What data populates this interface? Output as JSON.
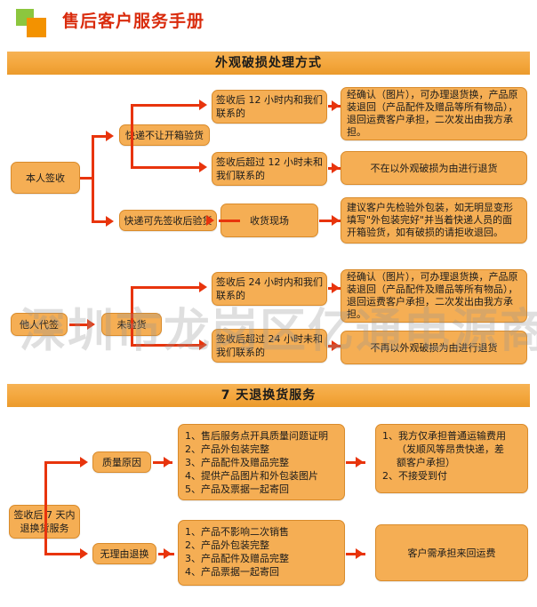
{
  "header": {
    "title": "售后客户服务手册",
    "logo_green": "#8cc63e",
    "logo_orange": "#f39200",
    "title_color": "#d92b0c"
  },
  "watermark": {
    "text": "深圳市龙岗区亿通电源商行"
  },
  "sections": [
    {
      "title": "外观破损处理方式"
    },
    {
      "title": "7 天退换货服务"
    }
  ],
  "flow1": {
    "root_self": "本人签收",
    "branch_no_open": "快递不让开箱验货",
    "branch_can_open": "快递可先签收后验货",
    "cond_12_within": "签收后 12 小时内和我们联系的",
    "cond_12_over": "签收后超过 12 小时未和我们联系的",
    "scene_receive": "收货现场",
    "result_refund_full": "经确认（图片），可办理退货换，产品原装退回（产品配件及赠品等所有物品），退回运费客户承担，二次发出由我方承担。",
    "result_no_refund_1": "不在以外观破损为由进行退货",
    "result_advice": "建议客户先检验外包装，如无明显变形填写\"外包装完好\"并当着快递人员的面开箱验货，如有破损的请拒收退回。",
    "root_proxy": "他人代签",
    "branch_unchecked": "未验货",
    "cond_24_within": "签收后 24 小时内和我们联系的",
    "cond_24_over": "签收后超过 24 小时未和我们联系的",
    "result_no_refund_2": "不再以外观破损为由进行退货"
  },
  "flow2": {
    "root": "签收后 7 天内退换货服务",
    "branch_quality": "质量原因",
    "branch_no_reason": "无理由退换",
    "quality_items": [
      "1、售后服务点开具质量问题证明",
      "2、产品外包装完整",
      "3、产品配件及赠品完整",
      "4、提供产品图片和外包装图片",
      "5、产品及票据一起寄回"
    ],
    "quality_result": [
      "1、我方仅承担普通运输费用",
      "（发顺风等昂贵快递，差",
      "额客户承担）",
      "2、不接受到付"
    ],
    "no_reason_items": [
      "1、产品不影响二次销售",
      "2、产品外包装完整",
      "3、产品配件及赠品完整",
      "4、产品票据一起寄回"
    ],
    "no_reason_result": "客户需承担来回运费"
  }
}
